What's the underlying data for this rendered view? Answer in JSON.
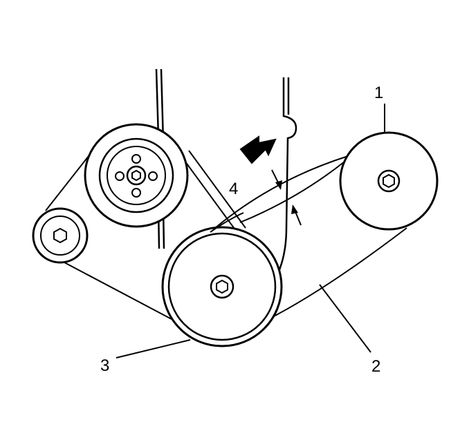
{
  "callouts": {
    "c1": "1",
    "c2": "2",
    "c3": "3",
    "c4": "4"
  },
  "icons": {
    "view_arrow": "view-direction-arrow-icon",
    "dimension_arrows": "dimension-arrows-icon"
  },
  "colors": {
    "line": "#000000",
    "background": "#ffffff"
  }
}
